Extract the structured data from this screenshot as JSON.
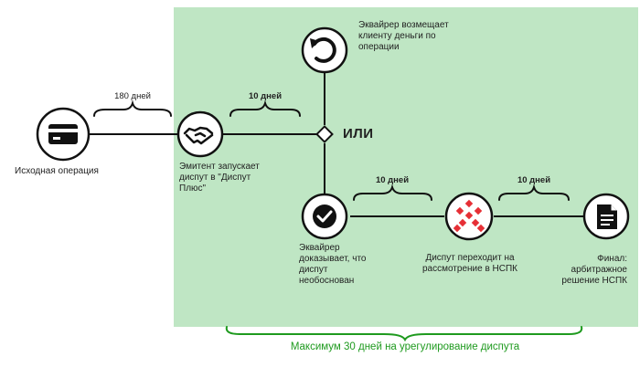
{
  "colors": {
    "zone": "#bfe6c4",
    "line": "#111111",
    "node_fill": "#ffffff",
    "accent_red": "#e62f36",
    "footer_green": "#1e9a1e"
  },
  "nodes": {
    "source": {
      "label": "Исходная операция",
      "icon": "credit-card-icon"
    },
    "issuer": {
      "label": "Эмитент запускает диспут в \"Диспут Плюс\"",
      "icon": "handshake-icon"
    },
    "refund": {
      "label": "Эквайрер возмещает клиенту деньги по операции",
      "icon": "refund-arrow-icon"
    },
    "proves": {
      "label": "Эквайрер доказывает, что диспут необоснован",
      "icon": "checkmark-icon"
    },
    "nspk": {
      "label": "Диспут переходит на рассмотрение в НСПК",
      "icon": "nspk-logo-icon"
    },
    "final": {
      "label": "Финал: арбитражное решение НСПК",
      "icon": "document-icon"
    }
  },
  "decision": {
    "label": "ИЛИ"
  },
  "durations": {
    "initial": "180 дней",
    "to_decision": "10 дней",
    "to_nspk": "10 дней",
    "to_final": "10 дней"
  },
  "footer": {
    "text": "Максимум 30 дней на урегулирование диспута"
  }
}
